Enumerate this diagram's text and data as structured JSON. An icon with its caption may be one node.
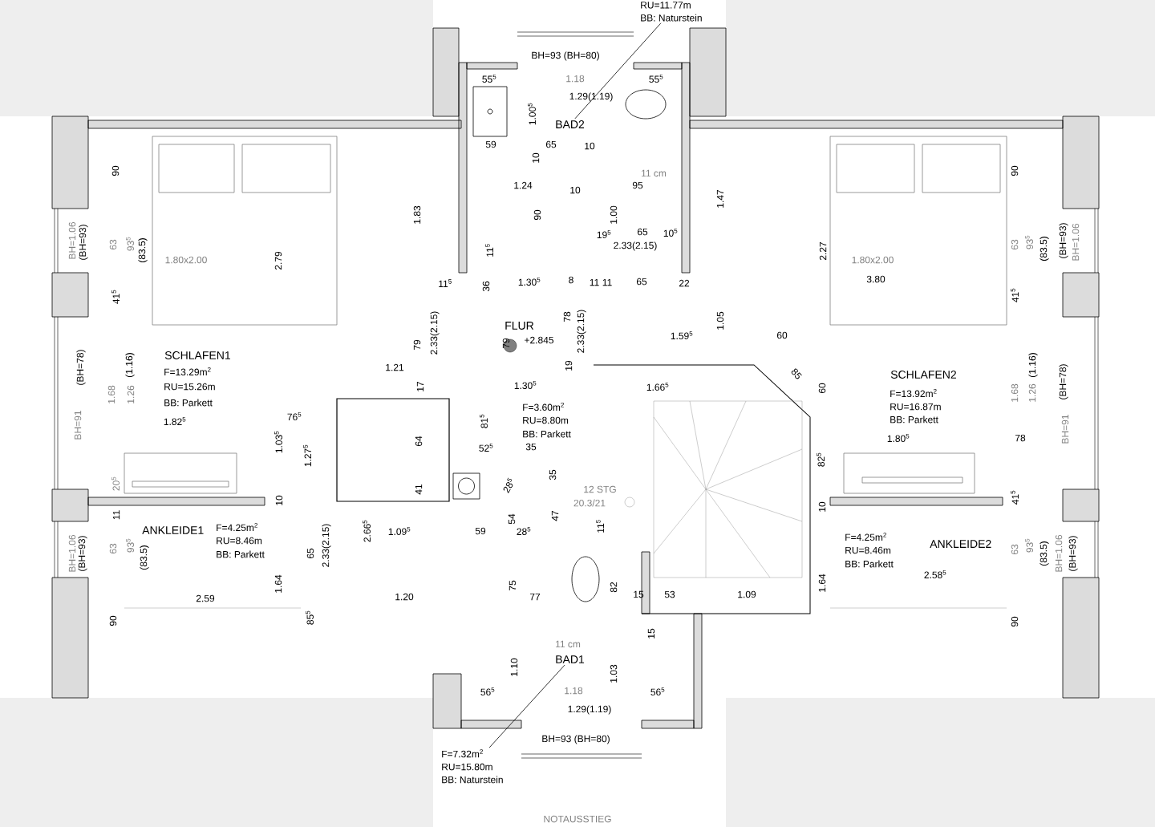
{
  "diagram": {
    "nodes": [
      {
        "text": [
          "RU=11.77m",
          "BB: Naturstein"
        ]
      },
      {
        "text": [
          "BAD2"
        ]
      },
      {
        "text": [
          "SCHLAFEN1",
          "F=13.29m$^{2}$",
          "RU=15.26m",
          "BB: Parkett"
        ]
      },
      {
        "text": [
          "FLUR",
          "F=3.60m$^{2}$",
          "RU=8.80m",
          "BB: Parkett"
        ]
      },
      {
        "text": [
          "SCHLAFEN2",
          "F=13.92m$^{2}$",
          "RU=16.87m",
          "BB: Parkett"
        ]
      },
      {
        "text": [
          "ANKLEIDE1",
          "F=4.25m$^{2}$",
          "RU=8.46m",
          "BB: Parkett"
        ]
      },
      {
        "text": [
          "ANKLEIDE2",
          "F=4.25m$^{2}$",
          "RU=8.46m",
          "BB: Parkett"
        ]
      },
      {
        "text": [
          "BAD1"
        ]
      },
      {
        "text": [
          "F=7.32m$^{2}$",
          "RU=15.80m",
          "BB: Naturstein"
        ]
      }
    ],
    "edges": [
      {
        "from": 0,
        "to": 1,
        "arrow": "none"
      },
      {
        "from": 8,
        "to": 7,
        "arrow": "none"
      }
    ],
    "labels": [
      "BH=93 (BH=80)",
      "55$^{5}$",
      "1.18",
      "55$^{5}$",
      "1.29(1.19)",
      "1.00$^{5}$",
      "59",
      "65",
      "10",
      "10",
      "11 cm",
      "1.24",
      "10",
      "95",
      "90",
      "1.00",
      "1.47",
      "1.83",
      "19$^{5}$",
      "65",
      "10$^{5}$",
      "2.33(2.15)",
      "11$^{5}$",
      "90",
      "BH=1.06",
      "(BH=93)",
      "63",
      "93$^{5}$",
      "(83.5)",
      "1.80x2.00",
      "2.79",
      "41$^{5}$",
      "11$^{5}$",
      "36",
      "1.30$^{5}$",
      "8",
      "11",
      "11",
      "65",
      "22",
      "90",
      "2.27",
      "1.80x2.00",
      "3.80",
      "63",
      "93$^{5}$",
      "(83.5)",
      "(BH=93)",
      "BH=1.06",
      "41$^{5}$",
      "1.05",
      "78",
      "2.33(2.15)",
      "+2.845",
      "79",
      "2.33(2.15)",
      "79",
      "1.59$^{5}$",
      "60",
      "85",
      "1.21",
      "19",
      "17",
      "1.30$^{5}$",
      "1.66$^{5}$",
      "60",
      "(1.16)",
      "(BH=78)",
      "1.68",
      "1.26",
      "BH=91",
      "(1.16)",
      "(BH=78)",
      "1.68",
      "1.26",
      "BH=91",
      "1.82$^{5}$",
      "76$^{5}$",
      "1.03$^{5}$",
      "1.27$^{5}$",
      "81$^{5}$",
      "64",
      "52$^{5}$",
      "35",
      "1.80$^{5}$",
      "78",
      "82$^{5}$",
      "35",
      "28$^{5}$",
      "12 STG",
      "20.3/21",
      "41",
      "20$^{5}$",
      "10",
      "11",
      "10",
      "41$^{5}$",
      "54",
      "47",
      "11$^{5}$",
      "2.66$^{5}$",
      "1.09$^{5}$",
      "59",
      "28$^{5}$",
      "2.33(2.15)",
      "65",
      "BH=1.06",
      "(BH=93)",
      "63",
      "93$^{5}$",
      "(83.5)",
      "63",
      "93$^{5}$",
      "(83.5)",
      "BH=1.06",
      "(BH=93)",
      "2.58$^{5}$",
      "1.64",
      "2.59",
      "1.64",
      "1.20",
      "75",
      "77",
      "82",
      "15",
      "53",
      "1.09",
      "90",
      "85$^{5}$",
      "90",
      "15",
      "11 cm",
      "1.10",
      "1.03",
      "56$^{5}$",
      "1.18",
      "56$^{5}$",
      "1.29(1.19)",
      "BH=93 (BH=80)",
      "NOTAUSSTIEG"
    ]
  }
}
